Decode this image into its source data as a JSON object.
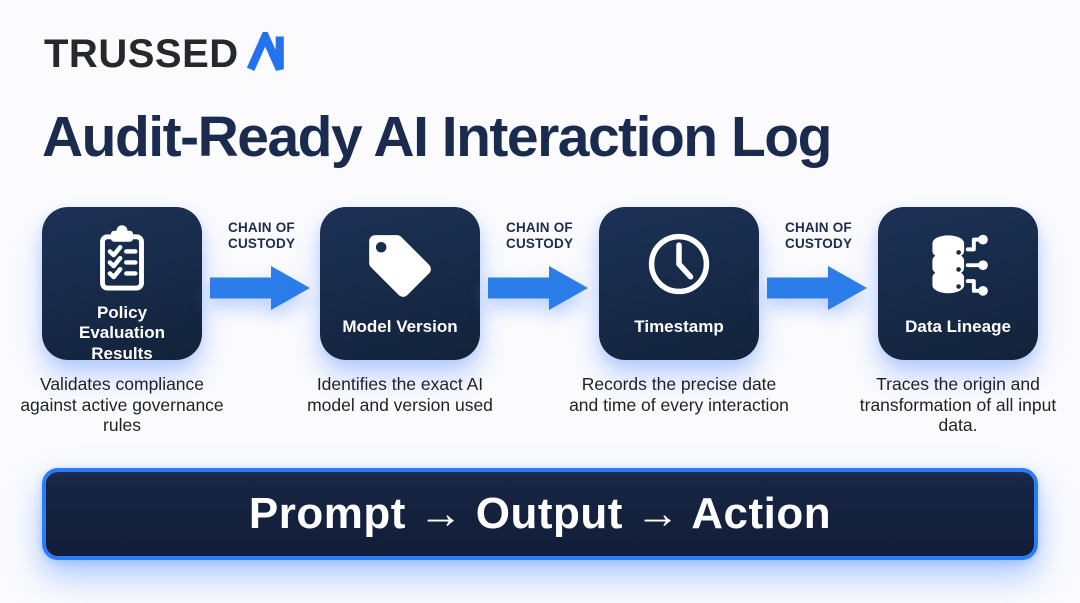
{
  "logo": {
    "wordmark": "TRUSSED",
    "mark_icon": "ai-monogram-icon"
  },
  "title": "Audit-Ready AI Interaction Log",
  "connector": {
    "label_line1": "CHAIN OF",
    "label_line2": "CUSTODY",
    "arrow_icon": "right-arrow-icon"
  },
  "steps": [
    {
      "icon": "clipboard-checklist-icon",
      "label": "Policy Evaluation Results",
      "description": "Validates compliance against active governance rules"
    },
    {
      "icon": "tag-icon",
      "label": "Model Version",
      "description": "Identifies the exact AI model and version used"
    },
    {
      "icon": "clock-icon",
      "label": "Timestamp",
      "description": "Records the precise date and time of every interaction"
    },
    {
      "icon": "database-lineage-icon",
      "label": "Data Lineage",
      "description": "Traces the origin and transformation of all input data."
    }
  ],
  "banner": {
    "text": "Prompt → Output → Action"
  },
  "colors": {
    "background": "#fbfbfd",
    "box_navy": "#16294a",
    "banner_navy": "#121d38",
    "banner_border_blue": "#2e7bf6",
    "arrow_blue": "#2b7de9",
    "title_navy": "#1b2b4e",
    "logo_black": "#26282c",
    "logo_blue": "#2373f0",
    "connector_label_navy": "#1d2c4c",
    "description_text": "#1e2126",
    "icon_white": "#ffffff"
  }
}
